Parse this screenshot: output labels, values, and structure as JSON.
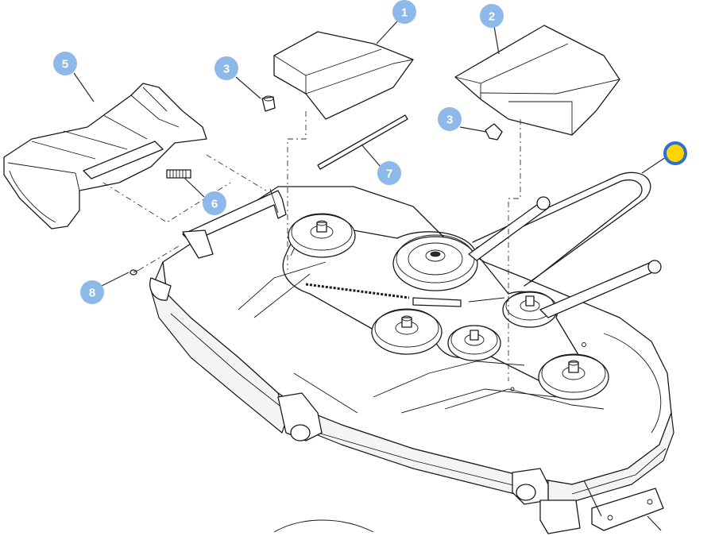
{
  "callouts": [
    {
      "id": "c1",
      "label": "1"
    },
    {
      "id": "c2",
      "label": "2"
    },
    {
      "id": "c3a",
      "label": "3"
    },
    {
      "id": "c3b",
      "label": "3"
    },
    {
      "id": "c5",
      "label": "5"
    },
    {
      "id": "c6",
      "label": "6"
    },
    {
      "id": "c7",
      "label": "7"
    },
    {
      "id": "c8",
      "label": "8"
    }
  ],
  "colors": {
    "callout_fill": "#8db9ea",
    "callout_text": "#ffffff",
    "marker_ring": "#2f6fd0",
    "marker_fill": "#ffd500",
    "line": "#1a1a1a"
  }
}
